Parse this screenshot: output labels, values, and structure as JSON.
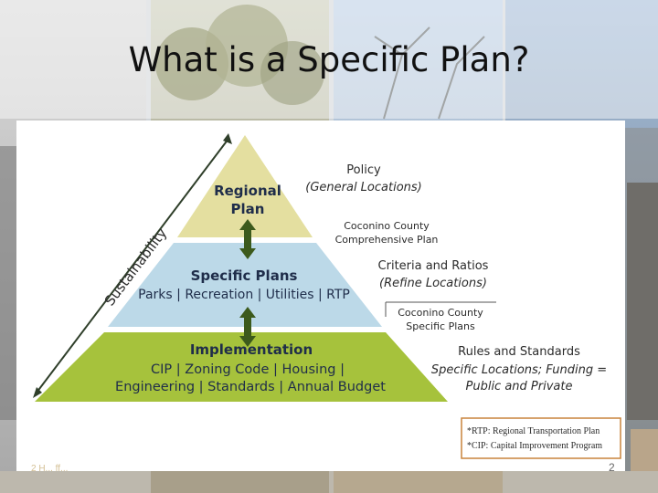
{
  "slide": {
    "title": "What is a Specific Plan?",
    "number": "2",
    "footer_faint": "2 H...    ff..."
  },
  "pyramid": {
    "levels": [
      {
        "name_line1": "Regional",
        "name_line2": "Plan",
        "sub_line1": "",
        "sub_line2": "",
        "color": "#e4dfa0"
      },
      {
        "name_line1": "Specific Plans",
        "name_line2": "",
        "sub_line1": "Parks | Recreation | Utilities | RTP",
        "sub_line2": "",
        "color": "#bcd9e8"
      },
      {
        "name_line1": "Implementation",
        "name_line2": "",
        "sub_line1": "CIP | Zoning Code | Housing |",
        "sub_line2": "Engineering | Standards | Annual Budget",
        "color": "#a6c23c"
      }
    ],
    "connector_color": "#3c5a1c",
    "sustainability_label": "Sustainability"
  },
  "annotations": {
    "policy": {
      "title": "Policy",
      "subtitle": "(General Locations)"
    },
    "coconino_comp": {
      "line1": "Coconino County",
      "line2": "Comprehensive Plan"
    },
    "criteria": {
      "title": "Criteria and Ratios",
      "subtitle": "(Refine Locations)"
    },
    "coconino_specific": {
      "line1": "Coconino County",
      "line2": "Specific Plans"
    },
    "rules": {
      "title": "Rules and Standards",
      "line1": "Specific Locations; Funding =",
      "line2": "Public and Private"
    }
  },
  "legend": {
    "line1": "*RTP: Regional Transportation Plan",
    "line2": "*CIP: Capital Improvement Program",
    "border_color": "#c8843c"
  },
  "colors": {
    "text_dark": "#2b2b2b",
    "text_navy": "#1f2d4a",
    "arrow": "#2f3f2a"
  }
}
